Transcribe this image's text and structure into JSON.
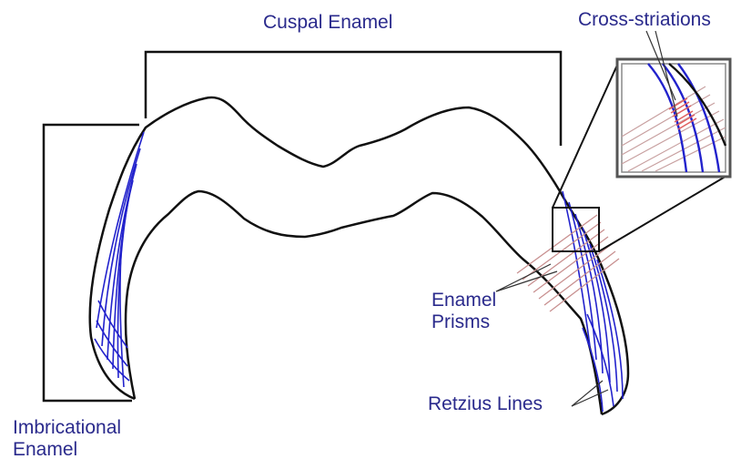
{
  "labels": {
    "cuspal_enamel": "Cuspal Enamel",
    "cross_striations": "Cross-striations",
    "enamel_prisms_line1": "Enamel",
    "enamel_prisms_line2": "Prisms",
    "retzius_lines": "Retzius Lines",
    "imbricational_line1": "Imbricational",
    "imbricational_line2": "Enamel"
  },
  "colors": {
    "label_text": "#2a2a8c",
    "outline": "#111111",
    "retzius": "#2222cc",
    "prisms": "#c89090",
    "cross_striations": "#e06060",
    "bracket": "#111111",
    "inset_frame": "#555555"
  }
}
